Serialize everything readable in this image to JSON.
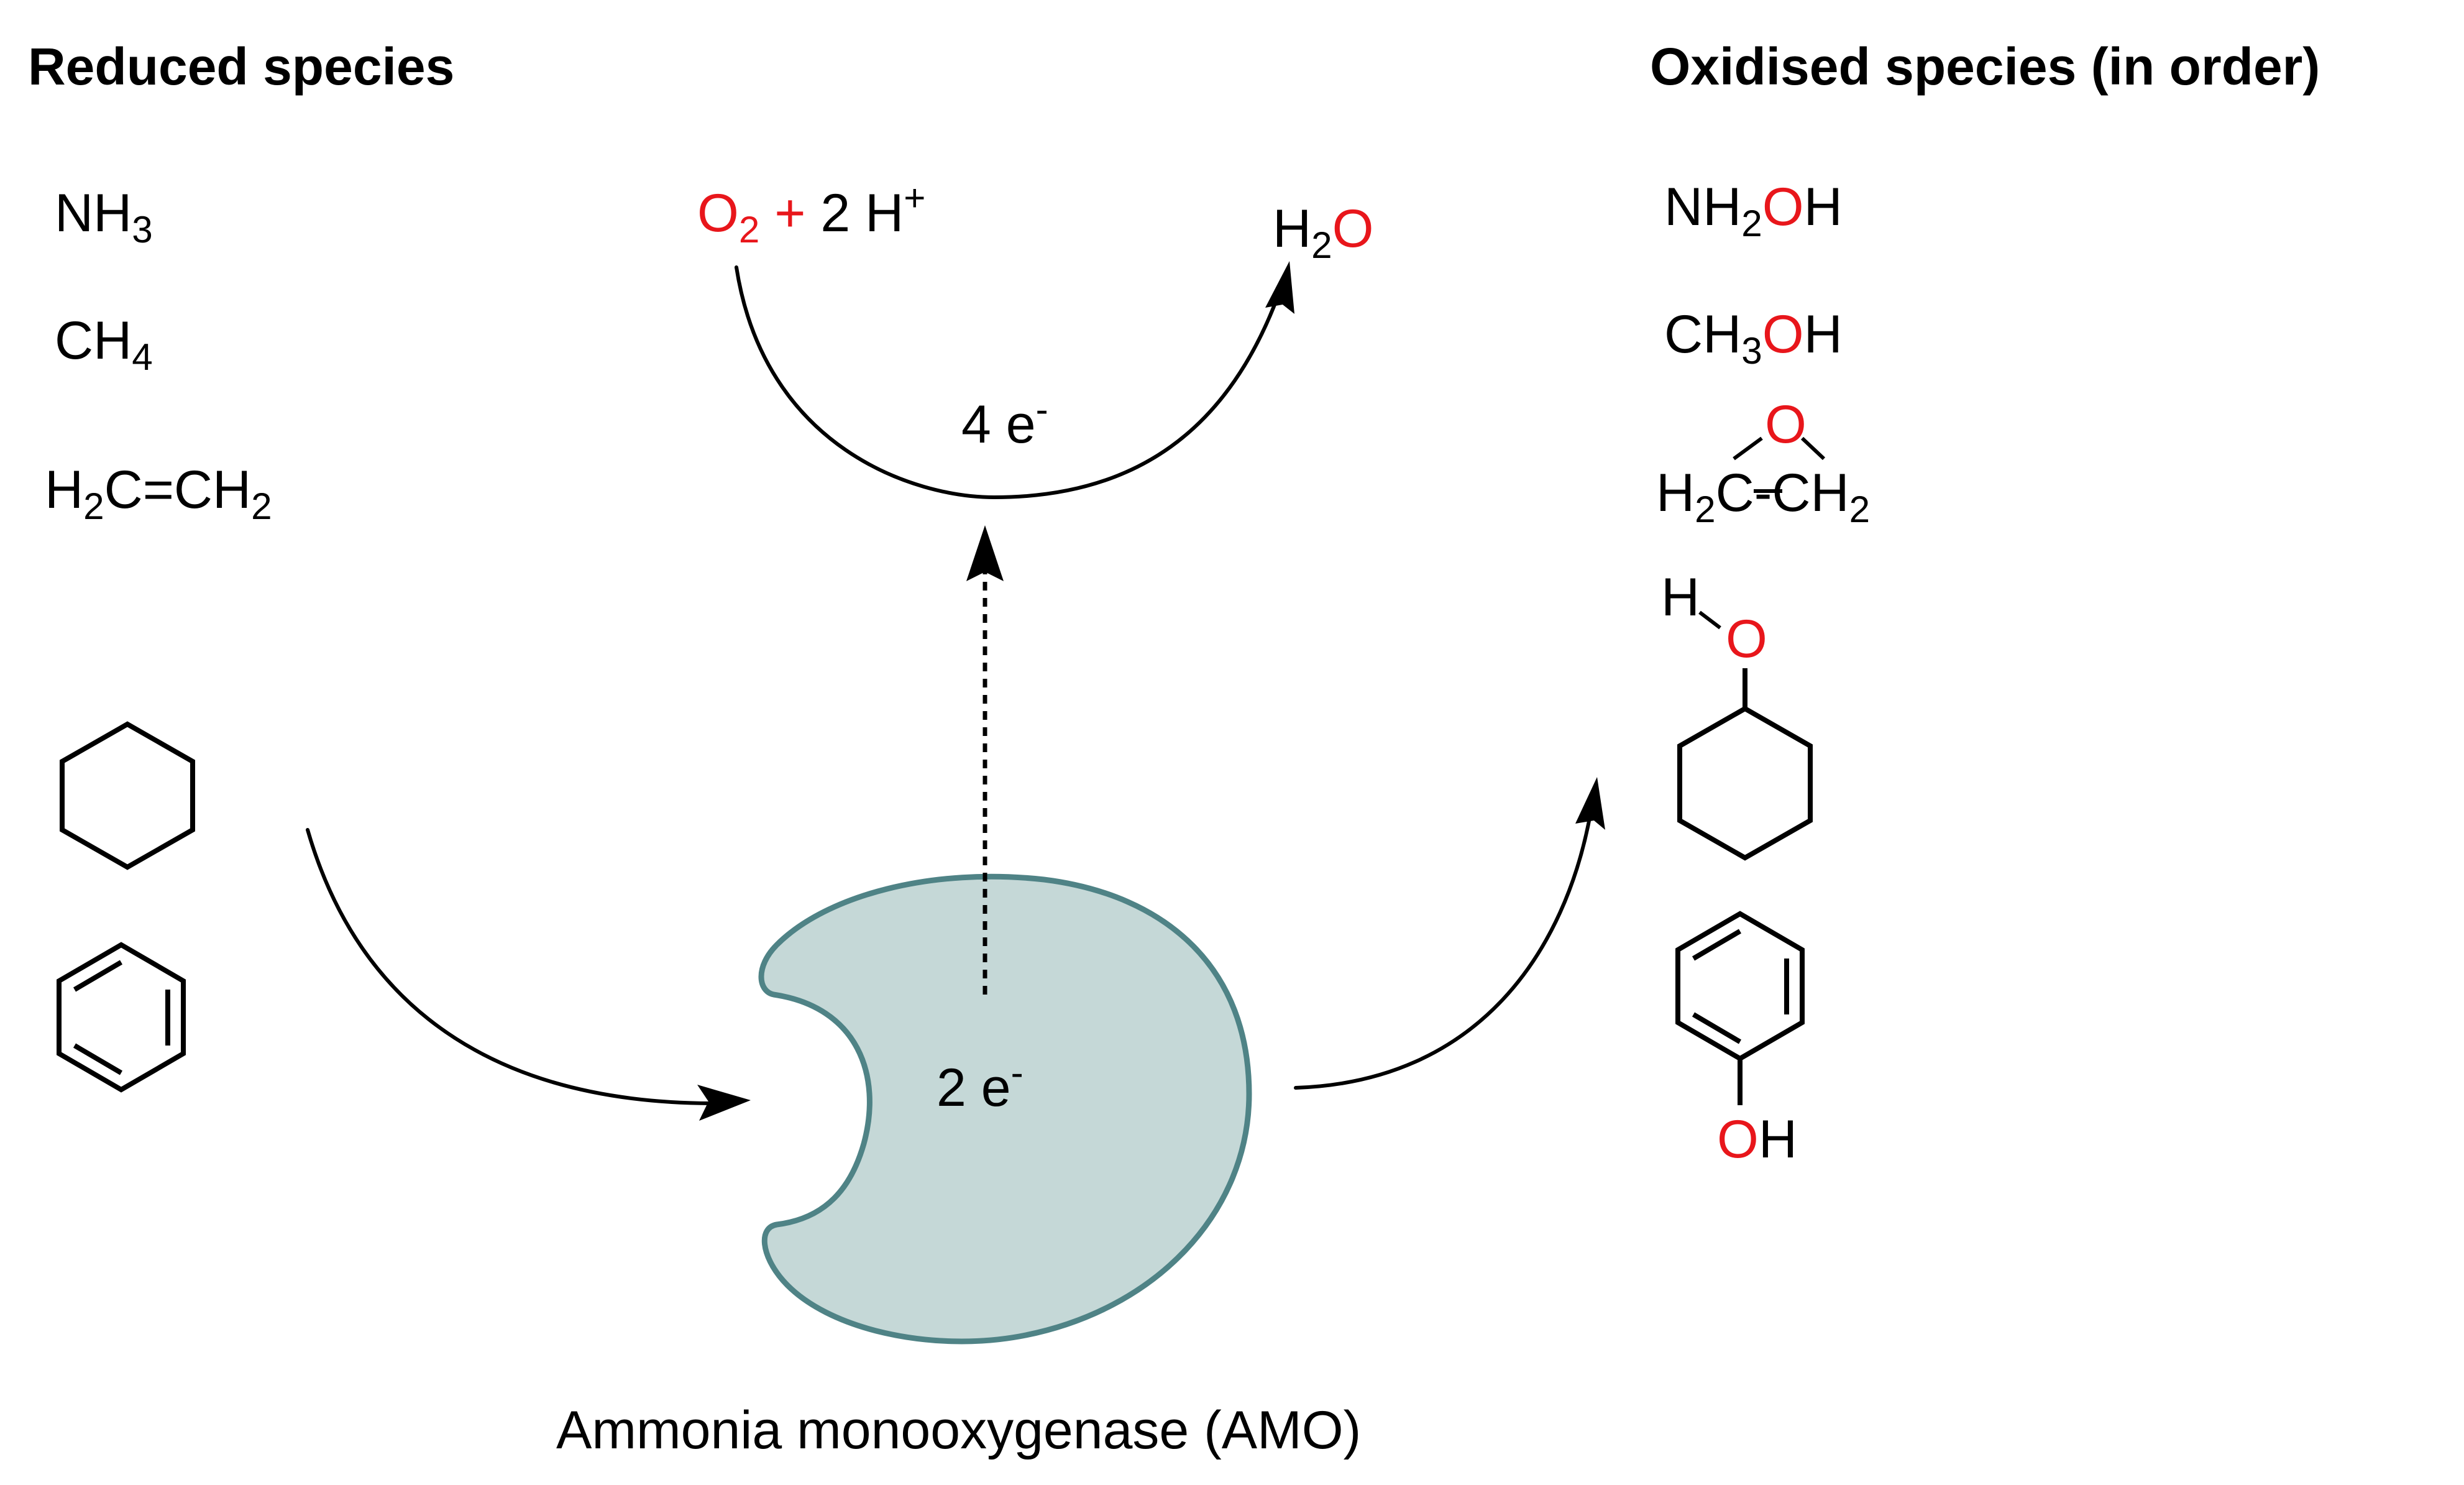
{
  "headings": {
    "left": "Reduced species",
    "right": "Oxidised species (in order)"
  },
  "reduced": {
    "ammonia": {
      "a": "NH",
      "b": "3"
    },
    "methane": {
      "a": "CH",
      "b": "4"
    },
    "ethylene": {
      "a": "H",
      "b": "2",
      "c": "C=CH",
      "d": "2"
    }
  },
  "oxidised": {
    "hydroxylamine": {
      "a": "NH",
      "b": "2",
      "c": "O",
      "d": "H"
    },
    "methanol": {
      "a": "CH",
      "b": "3",
      "c": "O",
      "d": "H"
    },
    "epoxide": {
      "o": "O",
      "a": "H",
      "b": "2",
      "c": "C-CH",
      "d": "2"
    },
    "cyclohexanol": {
      "h": "H",
      "o": "O"
    },
    "phenol": {
      "o": "O",
      "h": "H"
    }
  },
  "cycle": {
    "reactant": {
      "o": "O",
      "o_sub": "2",
      "plus": " + ",
      "rest": "2 H",
      "sup": "+"
    },
    "product": {
      "h": "H",
      "h_sub": "2",
      "o": "O"
    },
    "electrons": {
      "num": "4 e",
      "sup": "-"
    }
  },
  "enzyme": {
    "electrons": {
      "num": "2 e",
      "sup": "-"
    },
    "name": "Ammonia monooxygenase (AMO)"
  },
  "colors": {
    "oxygen": "#e8161b",
    "enzyme_fill": "#c5d8d7",
    "enzyme_stroke": "#4f8386",
    "ink": "#000000"
  }
}
